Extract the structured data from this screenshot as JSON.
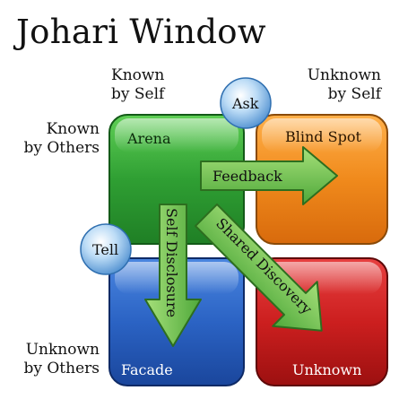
{
  "title": "Johari Window",
  "headers": {
    "known_self": [
      "Known",
      "by Self"
    ],
    "unknown_self": [
      "Unknown",
      "by Self"
    ],
    "known_others": [
      "Known",
      "by Others"
    ],
    "unknown_others": [
      "Unknown",
      "by Others"
    ]
  },
  "quadrants": {
    "arena": "Arena",
    "blind_spot": "Blind Spot",
    "facade": "Facade",
    "unknown": "Unknown"
  },
  "bubbles": {
    "ask": "Ask",
    "tell": "Tell"
  },
  "arrows": {
    "feedback": "Feedback",
    "self_disclosure": "Self Disclosure",
    "shared_discovery": "Shared Discovery"
  },
  "colors": {
    "arena": "#3aa53a",
    "blind_spot": "#f08a1c",
    "facade": "#2b63c4",
    "unknown": "#cc1f1f",
    "arrow": "#6cc24a",
    "bubble": "#7fb6e6"
  }
}
